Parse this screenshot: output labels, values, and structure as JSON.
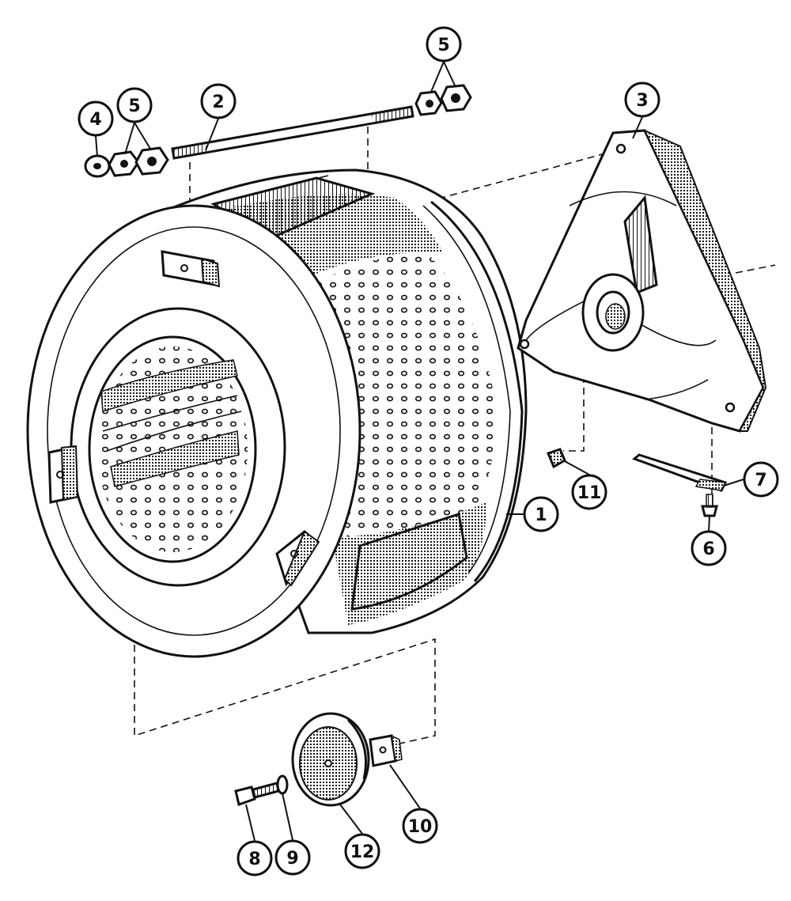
{
  "callouts": [
    "1",
    "2",
    "3",
    "4",
    "5",
    "5",
    "6",
    "7",
    "8",
    "9",
    "10",
    "11",
    "12"
  ],
  "colors": {
    "ink": "#111111",
    "paper": "#ffffff",
    "shade": "#555555"
  }
}
